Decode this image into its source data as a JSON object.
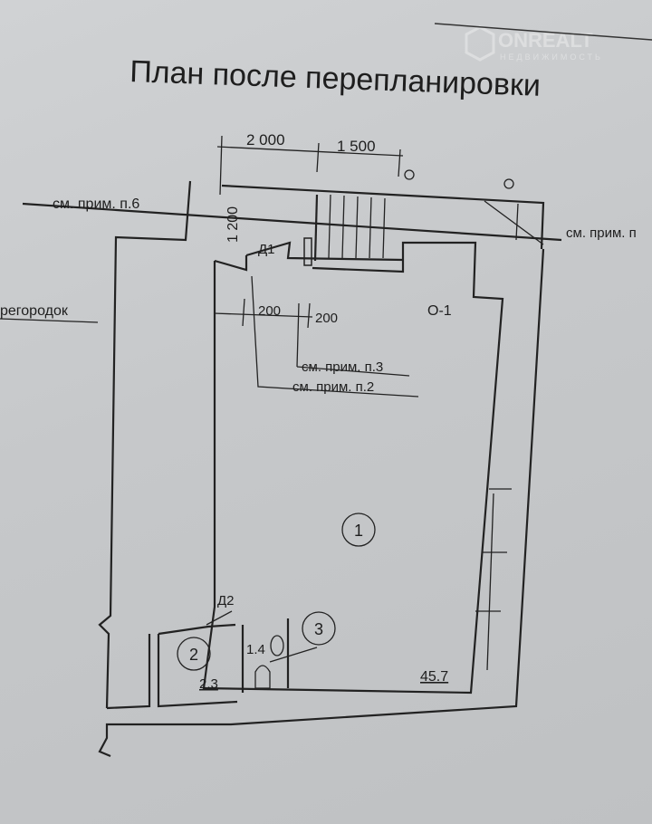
{
  "title": "План после перепланировки",
  "watermark": {
    "brand": "ONREALT",
    "tagline": "НЕДВИЖИМОСТЬ"
  },
  "dimensions": {
    "top_left": "2 000",
    "top_right": "1 500",
    "vertical": "1 200",
    "opening_left": "200",
    "opening_right": "200"
  },
  "notes": {
    "note_6": "см. прим. п.6",
    "note_right_cut": "см. прим. п",
    "note_left_cut": "регородок",
    "note_3": "см. прим. п.3",
    "note_2": "см. прим. п.2"
  },
  "doors": {
    "d1": "Д1",
    "d2": "Д2"
  },
  "window": "О-1",
  "rooms": [
    {
      "number": "1",
      "area": "45.7"
    },
    {
      "number": "2",
      "area": "2.3"
    },
    {
      "number": "3",
      "area": "1.4"
    }
  ]
}
